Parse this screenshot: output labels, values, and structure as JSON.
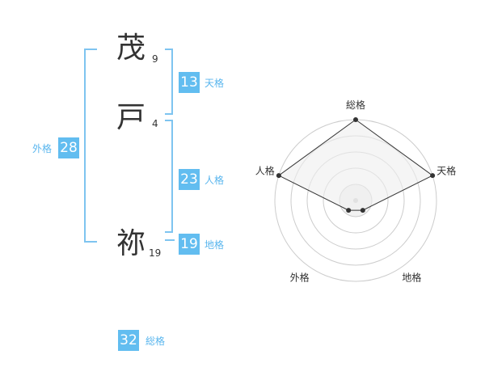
{
  "characters": [
    {
      "char": "茂",
      "strokes": "9"
    },
    {
      "char": "戸",
      "strokes": "4"
    },
    {
      "char": "祢",
      "strokes": "19"
    }
  ],
  "scores": {
    "tenkaku": {
      "value": "13",
      "label": "天格"
    },
    "jinkaku": {
      "value": "23",
      "label": "人格"
    },
    "chikaku": {
      "value": "19",
      "label": "地格"
    },
    "gaikaku": {
      "value": "28",
      "label": "外格"
    },
    "soukaku": {
      "value": "32",
      "label": "総格"
    }
  },
  "chart_data": {
    "type": "radar",
    "axes": [
      "総格",
      "天格",
      "地格",
      "外格",
      "人格"
    ],
    "values": [
      4,
      4,
      1,
      1,
      4
    ],
    "max": 4,
    "rings": 5,
    "colors": {
      "bracket": "#7ec4f0",
      "badge": "#62bdf0",
      "label": "#5ab6ee",
      "fill": "#eeeeee",
      "line": "#333333"
    }
  }
}
